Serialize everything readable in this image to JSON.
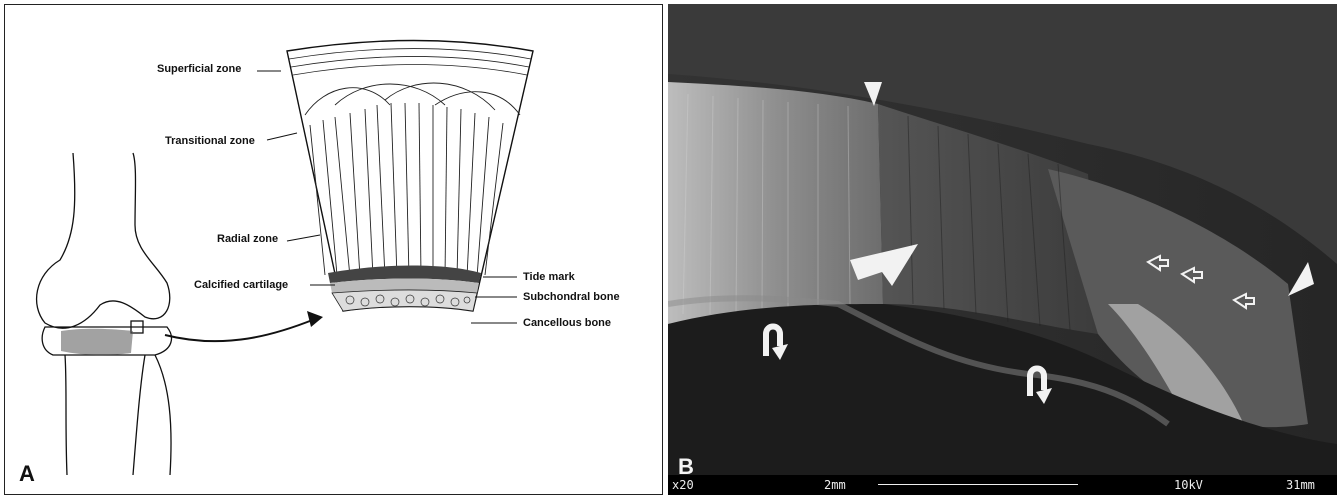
{
  "panel_a": {
    "letter": "A",
    "labels": {
      "superficial": "Superficial zone",
      "transitional": "Transitional zone",
      "radial": "Radial zone",
      "calcified": "Calcified cartilage",
      "tide": "Tide mark",
      "subchondral": "Subchondral bone",
      "cancellous": "Cancellous bone"
    }
  },
  "panel_b": {
    "letter": "B",
    "scalebar": {
      "mag": "x20",
      "length": "2mm",
      "voltage": "10kV",
      "wd": "31mm"
    }
  }
}
